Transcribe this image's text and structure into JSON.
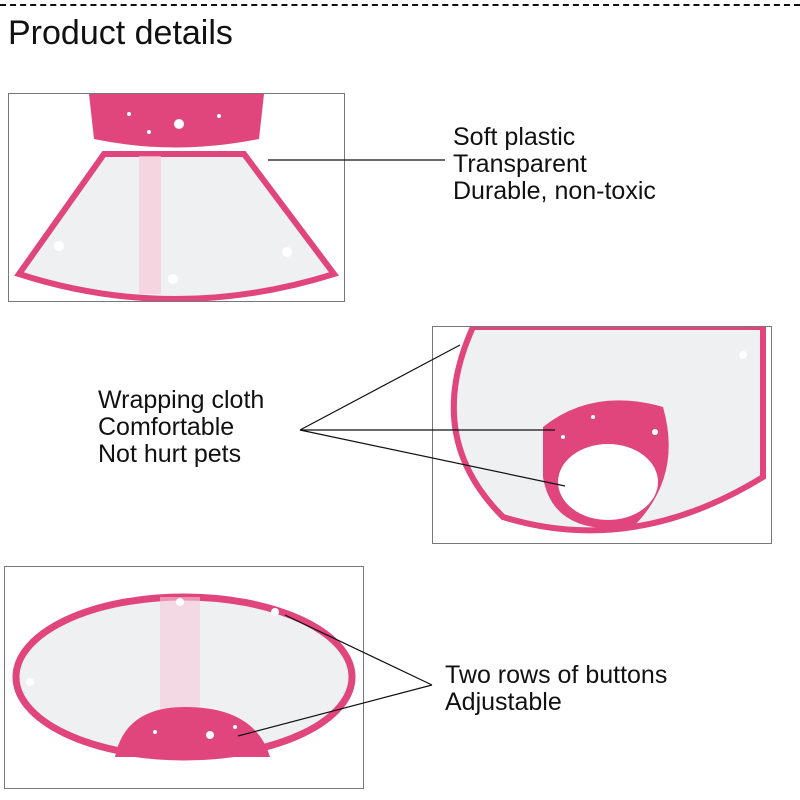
{
  "title": "Product details",
  "colors": {
    "accent": "#e0457b",
    "plastic": "#eef0f2"
  },
  "sections": [
    {
      "features": [
        "Soft plastic",
        "Transparent",
        "Durable, non-toxic"
      ]
    },
    {
      "features": [
        "Wrapping cloth",
        "Comfortable",
        "Not hurt pets"
      ]
    },
    {
      "features": [
        "Two rows of buttons",
        "Adjustable"
      ]
    }
  ]
}
